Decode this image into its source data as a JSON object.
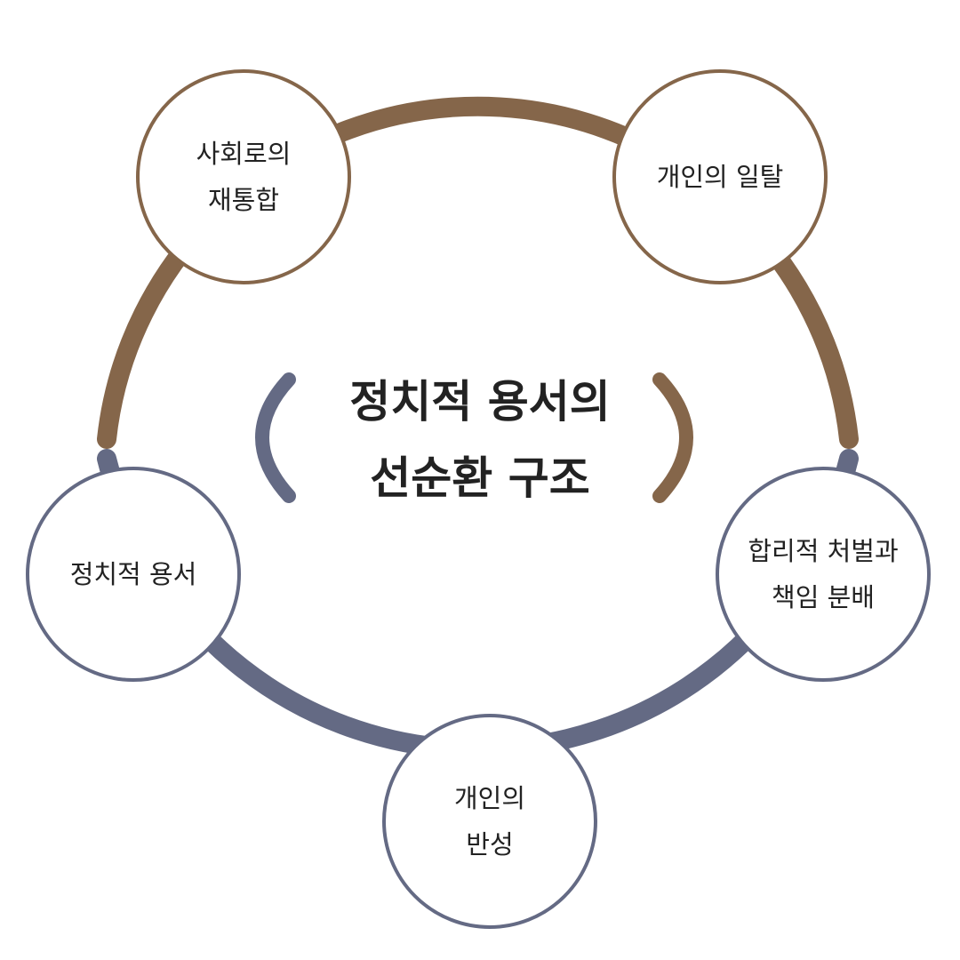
{
  "diagram": {
    "title": "정치적 용서의\n선순환 구조",
    "colors": {
      "brown": "#85664a",
      "slate": "#646a84",
      "text": "#222222"
    },
    "nodes": [
      {
        "id": "social",
        "label": "사회로의\n재통합",
        "color": "brown"
      },
      {
        "id": "deviation",
        "label": "개인의 일탈",
        "color": "brown"
      },
      {
        "id": "punishment",
        "label": "합리적 처벌과\n책임 분배",
        "color": "slate"
      },
      {
        "id": "reflection",
        "label": "개인의\n반성",
        "color": "slate"
      },
      {
        "id": "forgiveness",
        "label": "정치적 용서",
        "color": "slate"
      }
    ]
  }
}
